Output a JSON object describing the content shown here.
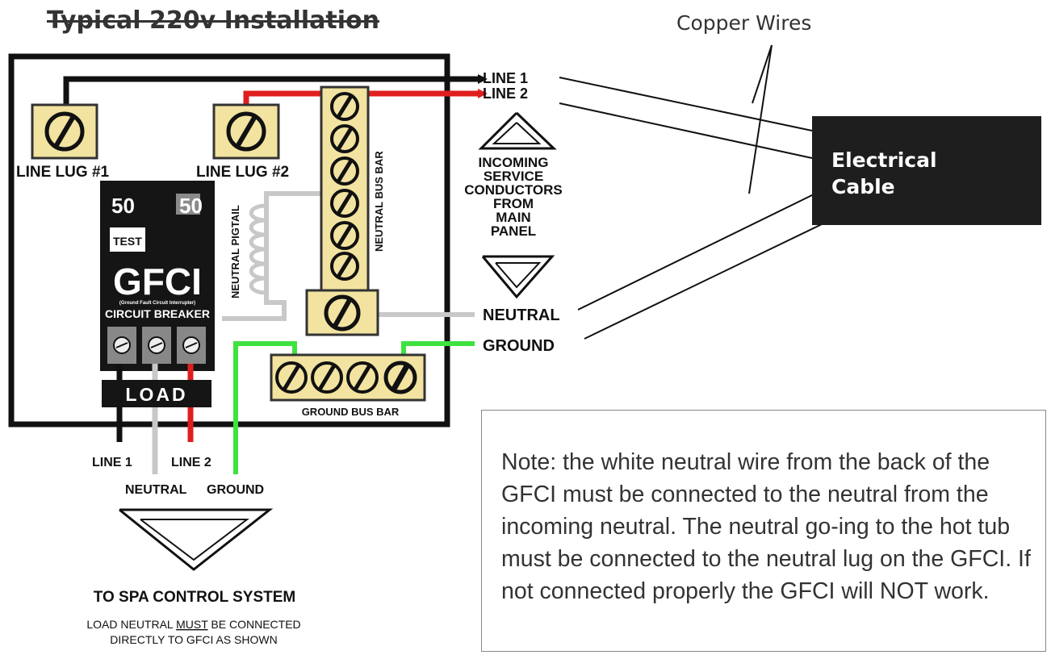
{
  "title": "Typical 220v Installation",
  "callout_copper": "Copper Wires",
  "callout_cable": {
    "line1": "Electrical",
    "line2": "Cable"
  },
  "note": "Note: the white neutral wire from the back of the GFCI must be connected to the neutral from the incoming neutral. The neutral go-ing to the hot tub must be connected to the neutral lug on the GFCI.  If not connected properly the GFCI will NOT work.",
  "panel": {
    "lug1": "LINE LUG #1",
    "lug2": "LINE LUG #2",
    "neutral_bus": "NEUTRAL BUS BAR",
    "neutral_pigtail": "NEUTRAL PIGTAIL",
    "ground_bus": "GROUND BUS BAR",
    "incoming": [
      "INCOMING",
      "SERVICE",
      "CONDUCTORS",
      "FROM",
      "MAIN",
      "PANEL"
    ],
    "right_labels": {
      "line1": "LINE 1",
      "line2": "LINE 2",
      "neutral": "NEUTRAL",
      "ground": "GROUND"
    }
  },
  "breaker": {
    "rating_left": "50",
    "rating_right": "50",
    "test": "TEST",
    "name": "GFCI",
    "subname": "(Ground Fault Circuit Interrupter)",
    "type": "CIRCUIT BREAKER",
    "load": "LOAD"
  },
  "outputs": {
    "line1": "LINE 1",
    "line2": "LINE 2",
    "neutral": "NEUTRAL",
    "ground": "GROUND"
  },
  "destination": "TO SPA CONTROL SYSTEM",
  "warning": {
    "prefix": "LOAD NEUTRAL ",
    "emphasis": "MUST",
    "suffix": " BE CONNECTED",
    "line2": "DIRECTLY TO GFCI AS SHOWN"
  },
  "colors": {
    "hot1": "#111111",
    "hot2": "#e01e1e",
    "neutral": "#c8c8c8",
    "ground": "#3fe23f",
    "brass": "#f2e3a0"
  }
}
